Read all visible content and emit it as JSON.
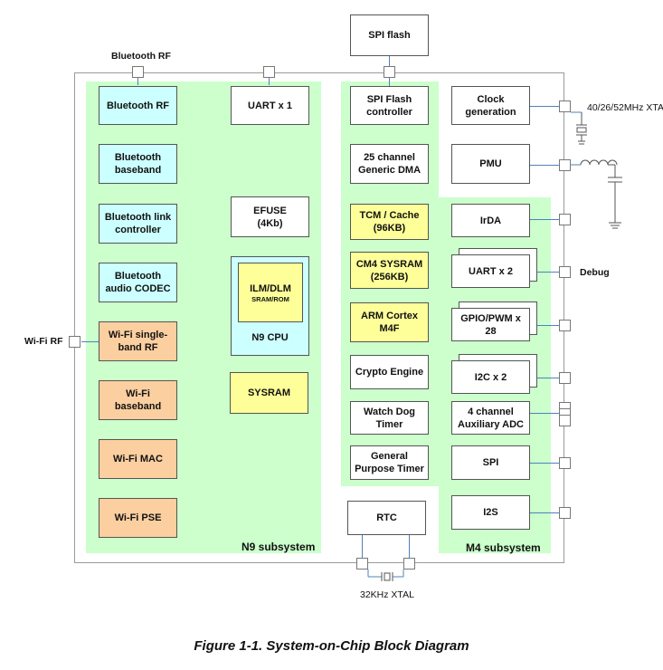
{
  "external_labels": {
    "bluetooth_rf": "Bluetooth RF",
    "wifi_rf": "Wi-Fi RF",
    "xtal_freq": "40/26/52MHz XTA",
    "debug": "Debug",
    "xtal_32k": "32KHz XTAL"
  },
  "spi_flash_external": "SPI flash",
  "n9": {
    "label": "N9 subsystem",
    "blocks": {
      "bt_rf": "Bluetooth RF",
      "bt_baseband": "Bluetooth\nbaseband",
      "bt_link": "Bluetooth link\ncontroller",
      "bt_codec": "Bluetooth\naudio CODEC",
      "wifi_rf": "Wi-Fi single-\nband RF",
      "wifi_baseband": "Wi-Fi baseband",
      "wifi_mac": "Wi-Fi MAC",
      "wifi_pse": "Wi-Fi PSE",
      "uart": "UART x 1",
      "efuse": "EFUSE\n(4Kb)",
      "ilm_dlm": "ILM/DLM",
      "ilm_dlm_sub": "SRAM/ROM",
      "n9_cpu": "N9 CPU",
      "sysram": "SYSRAM"
    }
  },
  "m4": {
    "label": "M4 subsystem",
    "blocks": {
      "spi_flash_ctrl": "SPI Flash\ncontroller",
      "dma": "25 channel\nGeneric DMA",
      "tcm": "TCM / Cache\n(96KB)",
      "cm4_sysram": "CM4 SYSRAM\n(256KB)",
      "arm": "ARM Cortex\nM4F",
      "crypto": "Crypto Engine",
      "watchdog": "Watch Dog\nTimer",
      "gpt": "General\nPurpose Timer",
      "clock": "Clock\ngeneration",
      "pmu": "PMU",
      "irda": "IrDA",
      "uart2": "UART x 2",
      "gpio": "GPIO/PWM x 28",
      "i2c": "I2C x 2",
      "adc": "4 channel\nAuxiliary ADC",
      "spi": "SPI",
      "i2s": "I2S"
    }
  },
  "rtc": "RTC",
  "caption": "Figure 1-1. System-on-Chip Block Diagram",
  "colors": {
    "green_region": "#ccffcc",
    "bluetooth_block": "#ccffff",
    "wifi_block": "#fbcfa0",
    "memory_block": "#ffff99",
    "wire": "#4f81bd"
  }
}
